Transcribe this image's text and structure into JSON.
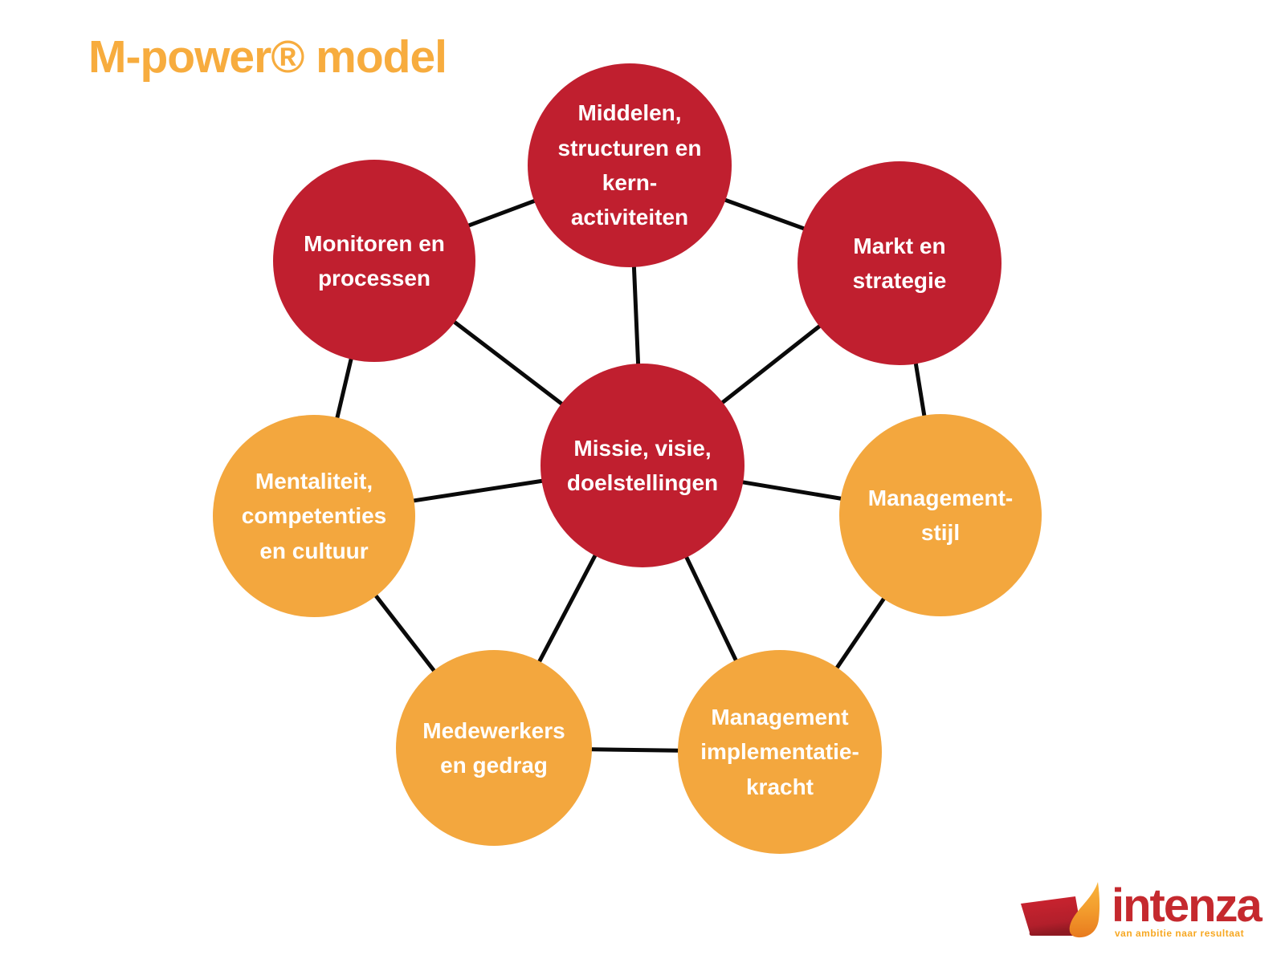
{
  "title": "M-power® model",
  "colors": {
    "red": "#C01F2F",
    "orange": "#F3A73E",
    "title-orange": "#F7AC3E",
    "line": "#0a0a0a",
    "node-text": "#FFFFFF",
    "logo-red": "#C5292E",
    "logo-orange": "#F7A823"
  },
  "diagram": {
    "center": {
      "id": "missie",
      "label": "Missie, visie, doelstellingen",
      "lines": [
        "Missie, visie,",
        "doelstellingen"
      ],
      "color": "red"
    },
    "nodes": [
      {
        "id": "middelen",
        "label": "Middelen, structuren en kern-activiteiten",
        "lines": [
          "Middelen,",
          "structuren en",
          "kern-",
          "activiteiten"
        ],
        "color": "red"
      },
      {
        "id": "markt",
        "label": "Markt en strategie",
        "lines": [
          "Markt en",
          "strategie"
        ],
        "color": "red"
      },
      {
        "id": "managementstijl",
        "label": "Management-stijl",
        "lines": [
          "Management-",
          "stijl"
        ],
        "color": "orange"
      },
      {
        "id": "implementatiekracht",
        "label": "Management implementatie-kracht",
        "lines": [
          "Management",
          "implementatie-",
          "kracht"
        ],
        "color": "orange"
      },
      {
        "id": "medewerkers",
        "label": "Medewerkers en gedrag",
        "lines": [
          "Medewerkers",
          "en gedrag"
        ],
        "color": "orange"
      },
      {
        "id": "mentaliteit",
        "label": "Mentaliteit, competenties en cultuur",
        "lines": [
          "Mentaliteit,",
          "competenties",
          "en cultuur"
        ],
        "color": "orange"
      },
      {
        "id": "monitoren",
        "label": "Monitoren en processen",
        "lines": [
          "Monitoren en",
          "processen"
        ],
        "color": "red"
      }
    ],
    "edges": [
      {
        "from": "missie",
        "to": "middelen"
      },
      {
        "from": "missie",
        "to": "monitoren"
      },
      {
        "from": "missie",
        "to": "markt"
      },
      {
        "from": "missie",
        "to": "mentaliteit"
      },
      {
        "from": "missie",
        "to": "managementstijl"
      },
      {
        "from": "missie",
        "to": "medewerkers"
      },
      {
        "from": "missie",
        "to": "implementatiekracht"
      },
      {
        "from": "monitoren",
        "to": "middelen"
      },
      {
        "from": "middelen",
        "to": "markt"
      },
      {
        "from": "markt",
        "to": "managementstijl"
      },
      {
        "from": "managementstijl",
        "to": "implementatiekracht"
      },
      {
        "from": "implementatiekracht",
        "to": "medewerkers"
      },
      {
        "from": "medewerkers",
        "to": "mentaliteit"
      },
      {
        "from": "mentaliteit",
        "to": "monitoren"
      }
    ]
  },
  "logo": {
    "name": "intenza",
    "tagline": "van ambitie naar resultaat"
  }
}
